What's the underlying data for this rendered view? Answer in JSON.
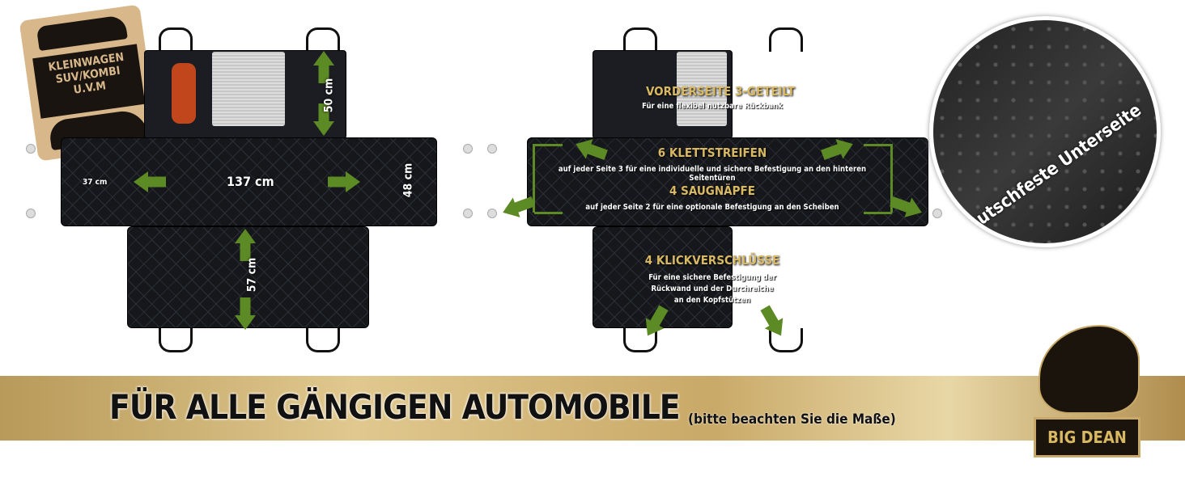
{
  "tag": {
    "lines": [
      "KLEINWAGEN",
      "SUV/KOMBI",
      "U.V.M"
    ]
  },
  "left": {
    "width": "137 cm",
    "side": "37 cm",
    "back": "50 cm",
    "flap": "48 cm",
    "front": "57 cm"
  },
  "right": {
    "f1_title": "VORDERSEITE 3-GETEILT",
    "f1_text": "Für eine flexibel nutzbare Rückbank",
    "f2_title": "6 KLETTSTREIFEN",
    "f2_text": "auf jeder Seite 3 für eine individuelle und sichere Befestigung an den hinteren Seitentüren",
    "f3_title": "4 SAUGNÄPFE",
    "f3_text": "auf jeder Seite 2 für eine optionale Befestigung an den Scheiben",
    "f4_title": "4 KLICKVERSCHLÜSSE",
    "f4_text": "Für eine sichere Befestigung der Rückwand und der Durchreiche an den Kopfstützen"
  },
  "circle": {
    "label": "Rutschfeste Unterseite"
  },
  "banner": {
    "headline": "FÜR ALLE GÄNGIGEN AUTOMOBILE",
    "note": "(bitte beachten Sie die Maße)"
  },
  "logo": {
    "text": "BIG DEAN"
  },
  "colors": {
    "accent_green": "#5c8a24",
    "gold": "#d8b862"
  }
}
